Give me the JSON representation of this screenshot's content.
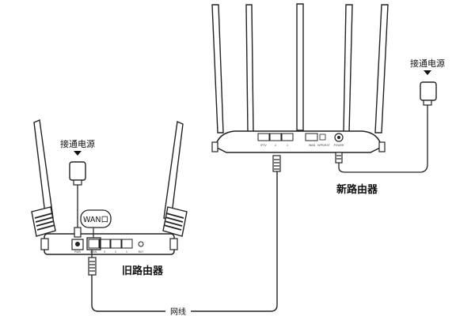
{
  "labels": {
    "power_new": "接通电源",
    "power_old": "接通电源",
    "new_router": "新路由器",
    "old_router": "旧路由器",
    "wan_port": "WAN口",
    "cable": "网线"
  },
  "new_router_ports": {
    "iptv": "IPTV",
    "p2": "2",
    "p1": "1",
    "wan": "WAN",
    "wps": "WPS/RST",
    "power": "POWER"
  },
  "old_router_ports": {
    "pwr": "PWR",
    "wan": "WAN",
    "p3": "3",
    "p2": "2",
    "p1": "1",
    "rst": "RST"
  }
}
